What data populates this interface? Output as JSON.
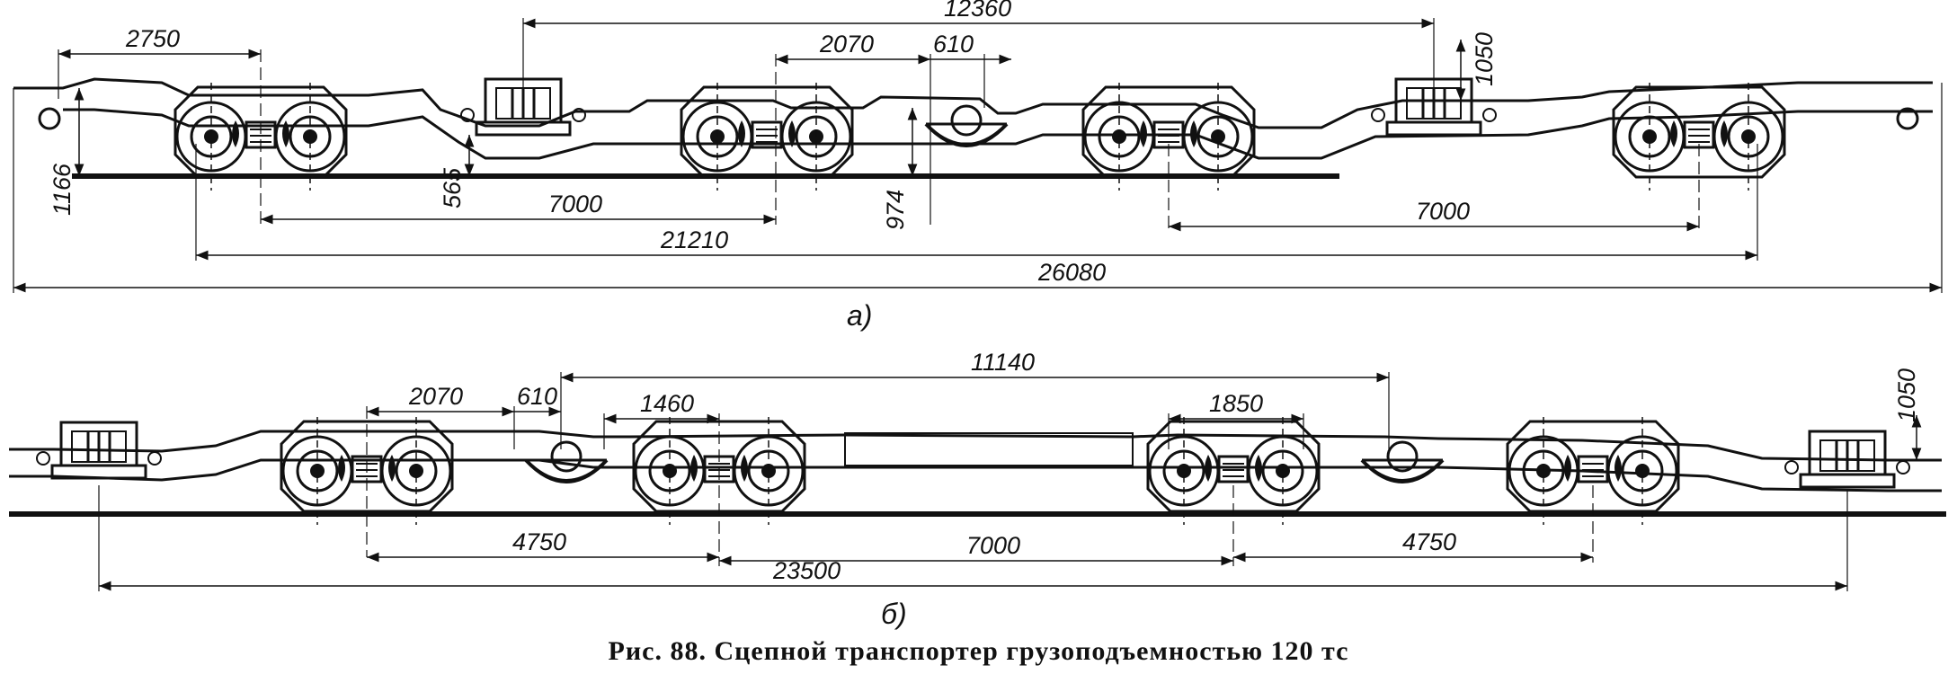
{
  "drawing_a": {
    "label": "а)",
    "dims": {
      "d2750": "2750",
      "d12360": "12360",
      "d2070": "2070",
      "d610": "610",
      "d1050": "1050",
      "d1166": "1166",
      "d565": "565",
      "d974": "974",
      "d7000_left": "7000",
      "d7000_right": "7000",
      "d21210": "21210",
      "d26080": "26080"
    }
  },
  "drawing_b": {
    "label": "б)",
    "dims": {
      "d2070": "2070",
      "d610": "610",
      "d1460": "1460",
      "d11140": "11140",
      "d1850": "1850",
      "d1050": "1050",
      "d4750_left": "4750",
      "d7000": "7000",
      "d4750_right": "4750",
      "d23500": "23500"
    }
  },
  "caption": "Рис. 88. Сцепной транспортер грузоподъемностью 120 тс"
}
